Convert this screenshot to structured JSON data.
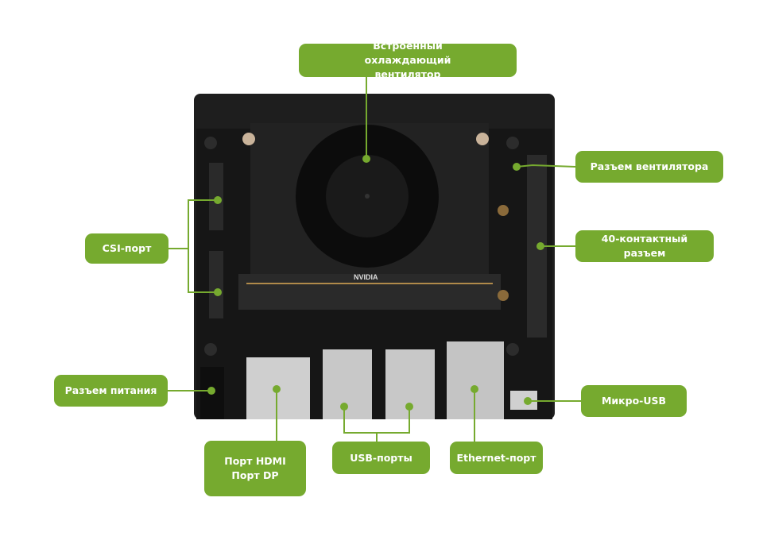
{
  "colors": {
    "accent": "#76aa2f",
    "board": "#1c1c1c"
  },
  "board": {
    "logo_text": "NVIDIA"
  },
  "labels": {
    "fan": "Встроенный охлаждающий вентилятор",
    "fan_connector": "Разъем вентилятора",
    "gpio_40pin": "40-контактный разъем",
    "csi": "CSI-порт",
    "power": "Разъем питания",
    "hdmi": "Порт HDMI",
    "dp": "Порт DP",
    "usb": "USB-порты",
    "ethernet": "Ethernet-порт",
    "micro_usb": "Микро-USB"
  }
}
